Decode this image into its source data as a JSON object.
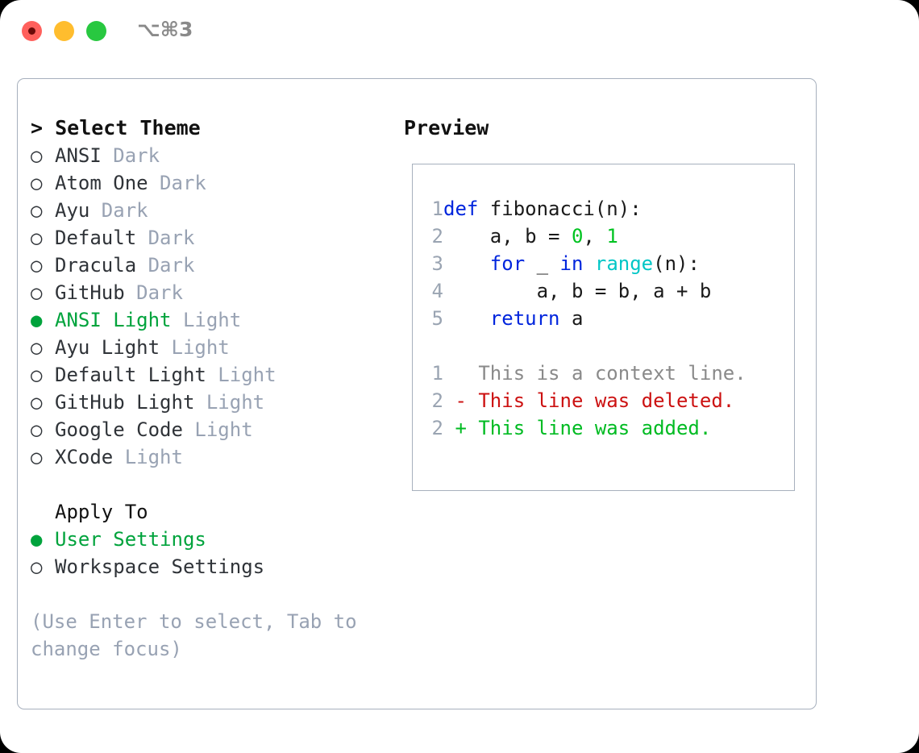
{
  "window": {
    "shortcut_label": "⌥⌘3",
    "traffic_lights": [
      "close-button",
      "minimize-button",
      "maximize-button"
    ]
  },
  "theme_selector": {
    "header": "> Select Theme",
    "selected_marker": "●",
    "unselected_marker": "○",
    "accent_color": "#00a33c",
    "tag_color": "#98a2b3",
    "items": [
      {
        "marker": "○",
        "name": "ANSI",
        "tag": "Dark",
        "selected": false
      },
      {
        "marker": "○",
        "name": "Atom One",
        "tag": "Dark",
        "selected": false
      },
      {
        "marker": "○",
        "name": "Ayu",
        "tag": "Dark",
        "selected": false
      },
      {
        "marker": "○",
        "name": "Default",
        "tag": "Dark",
        "selected": false
      },
      {
        "marker": "○",
        "name": "Dracula",
        "tag": "Dark",
        "selected": false
      },
      {
        "marker": "○",
        "name": "GitHub",
        "tag": "Dark",
        "selected": false
      },
      {
        "marker": "●",
        "name": "ANSI Light",
        "tag": "Light",
        "selected": true
      },
      {
        "marker": "○",
        "name": "Ayu Light",
        "tag": "Light",
        "selected": false
      },
      {
        "marker": "○",
        "name": "Default Light",
        "tag": "Light",
        "selected": false
      },
      {
        "marker": "○",
        "name": "GitHub Light",
        "tag": "Light",
        "selected": false
      },
      {
        "marker": "○",
        "name": "Google Code",
        "tag": "Light",
        "selected": false
      },
      {
        "marker": "○",
        "name": "XCode",
        "tag": "Light",
        "selected": false
      }
    ]
  },
  "apply_to": {
    "title": "Apply To",
    "items": [
      {
        "marker": "●",
        "name": "User Settings",
        "selected": true
      },
      {
        "marker": "○",
        "name": "Workspace Settings",
        "selected": false
      }
    ]
  },
  "hint": "(Use Enter to select, Tab to change focus)",
  "preview": {
    "title": "Preview",
    "code_lines": [
      {
        "num": "1",
        "tokens": [
          {
            "t": "def",
            "c": "kw"
          },
          {
            "t": " fibonacci(n):",
            "c": "txt"
          }
        ]
      },
      {
        "num": "2",
        "tokens": [
          {
            "t": "    a, b = ",
            "c": "txt"
          },
          {
            "t": "0",
            "c": "num"
          },
          {
            "t": ", ",
            "c": "txt"
          },
          {
            "t": "1",
            "c": "num"
          }
        ]
      },
      {
        "num": "3",
        "tokens": [
          {
            "t": "    ",
            "c": "txt"
          },
          {
            "t": "for",
            "c": "kw"
          },
          {
            "t": " _ ",
            "c": "txt"
          },
          {
            "t": "in",
            "c": "kw"
          },
          {
            "t": " ",
            "c": "txt"
          },
          {
            "t": "range",
            "c": "fn"
          },
          {
            "t": "(n):",
            "c": "txt"
          }
        ]
      },
      {
        "num": "4",
        "tokens": [
          {
            "t": "        a, b = b, a + b",
            "c": "txt"
          }
        ]
      },
      {
        "num": "5",
        "tokens": [
          {
            "t": "    ",
            "c": "txt"
          },
          {
            "t": "return",
            "c": "kw"
          },
          {
            "t": " a",
            "c": "txt"
          }
        ]
      }
    ],
    "diff_lines": [
      {
        "num": "1",
        "tokens": [
          {
            "t": "   This is a context line.",
            "c": "ctx"
          }
        ]
      },
      {
        "num": "2",
        "tokens": [
          {
            "t": " - This line was deleted.",
            "c": "del"
          }
        ]
      },
      {
        "num": "2",
        "tokens": [
          {
            "t": " + This line was added.",
            "c": "add"
          }
        ]
      }
    ]
  },
  "colors": {
    "accent_green": "#00a33c",
    "muted": "#98a2b3",
    "keyword_blue": "#0025dd",
    "number_green": "#00c321",
    "function_cyan": "#00c6c6",
    "diff_deleted": "#cc1111",
    "diff_added": "#00bb22",
    "border": "#a7b0bd"
  }
}
